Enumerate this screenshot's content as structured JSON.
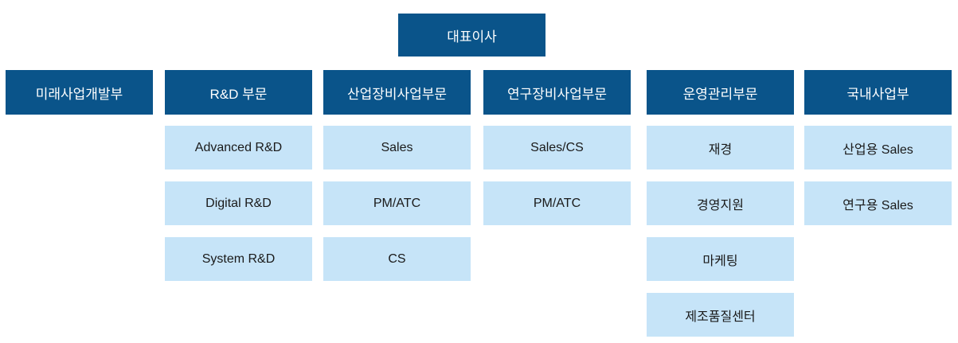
{
  "org_chart": {
    "colors": {
      "page_bg": "#FFFFFF",
      "header_bg": "#0A548A",
      "header_text": "#FFFFFF",
      "child_bg": "#C6E4F8",
      "child_text": "#1A1A1A"
    },
    "root": {
      "label": "대표이사"
    },
    "divisions": [
      {
        "label": "미래사업개발부",
        "children": []
      },
      {
        "label": "R&D 부문",
        "children": [
          "Advanced R&D",
          "Digital R&D",
          "System R&D"
        ]
      },
      {
        "label": "산업장비사업부문",
        "children": [
          "Sales",
          "PM/ATC",
          "CS"
        ]
      },
      {
        "label": "연구장비사업부문",
        "children": [
          "Sales/CS",
          "PM/ATC"
        ]
      },
      {
        "label": "운영관리부문",
        "children": [
          "재경",
          "경영지원",
          "마케팅",
          "제조품질센터"
        ]
      },
      {
        "label": "국내사업부",
        "children": [
          "산업용 Sales",
          "연구용 Sales"
        ]
      }
    ]
  }
}
